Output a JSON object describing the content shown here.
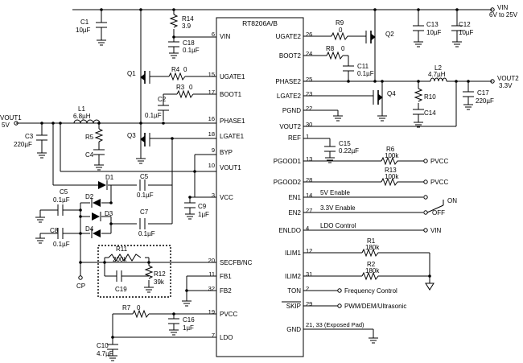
{
  "chip": {
    "name": "RT8206A/B"
  },
  "left_pins": [
    {
      "name": "VIN",
      "num": "6"
    },
    {
      "name": "UGATE1",
      "num": "15"
    },
    {
      "name": "BOOT1",
      "num": "17"
    },
    {
      "name": "PHASE1",
      "num": "16"
    },
    {
      "name": "LGATE1",
      "num": "18"
    },
    {
      "name": "BYP",
      "num": "9"
    },
    {
      "name": "VOUT1",
      "num": "10"
    },
    {
      "name": "VCC",
      "num": "3"
    },
    {
      "name": "SECFB/NC",
      "num": "20"
    },
    {
      "name": "FB1",
      "num": "11"
    },
    {
      "name": "FB2",
      "num": "32"
    },
    {
      "name": "PVCC",
      "num": "19"
    },
    {
      "name": "LDO",
      "num": "7"
    }
  ],
  "right_pins": [
    {
      "name": "UGATE2",
      "num": "26"
    },
    {
      "name": "BOOT2",
      "num": "24"
    },
    {
      "name": "PHASE2",
      "num": "25"
    },
    {
      "name": "LGATE2",
      "num": "23"
    },
    {
      "name": "PGND",
      "num": "22"
    },
    {
      "name": "VOUT2",
      "num": "30"
    },
    {
      "name": "REF",
      "num": "1"
    },
    {
      "name": "PGOOD1",
      "num": "13"
    },
    {
      "name": "PGOOD2",
      "num": "28"
    },
    {
      "name": "EN1",
      "num": "14"
    },
    {
      "name": "EN2",
      "num": "27"
    },
    {
      "name": "ENLDO",
      "num": "4"
    },
    {
      "name": "ILIM1",
      "num": "12"
    },
    {
      "name": "ILIM2",
      "num": "31"
    },
    {
      "name": "TON",
      "num": "2"
    },
    {
      "name": "SKIP",
      "num": "29"
    },
    {
      "name": "GND",
      "num": "21, 33 (Exposed Pad)"
    }
  ],
  "components": {
    "c1": {
      "ref": "C1",
      "val": "10µF"
    },
    "r14": {
      "ref": "R14",
      "val": "3.9"
    },
    "c18": {
      "ref": "C18",
      "val": "0.1µF"
    },
    "q1": {
      "ref": "Q1"
    },
    "r4": {
      "ref": "R4",
      "val": "0"
    },
    "r3": {
      "ref": "R3",
      "val": "0"
    },
    "c2": {
      "ref": "C2",
      "val": "0.1µF"
    },
    "l1": {
      "ref": "L1",
      "val": "6.8µH"
    },
    "c3": {
      "ref": "C3",
      "val": "220µF"
    },
    "r5": {
      "ref": "R5"
    },
    "c4": {
      "ref": "C4"
    },
    "q3": {
      "ref": "Q3"
    },
    "d1": {
      "ref": "D1"
    },
    "c5a": {
      "ref": "C5",
      "val": "0.1µF"
    },
    "c5b": {
      "ref": "C5",
      "val": "0.1µF"
    },
    "d2": {
      "ref": "D2"
    },
    "d3": {
      "ref": "D3"
    },
    "c7": {
      "ref": "C7",
      "val": "0.1µF"
    },
    "c9": {
      "ref": "C9",
      "val": "1µF"
    },
    "c8": {
      "ref": "C8",
      "val": "0.1µF"
    },
    "d4": {
      "ref": "D4"
    },
    "r11": {
      "ref": "R11",
      "val": "200k"
    },
    "r12": {
      "ref": "R12",
      "val": "39k"
    },
    "c19": {
      "ref": "C19"
    },
    "cp": {
      "ref": "CP"
    },
    "r7": {
      "ref": "R7",
      "val": "0"
    },
    "c16": {
      "ref": "C16",
      "val": "1µF"
    },
    "c10": {
      "ref": "C10",
      "val": "4.7µF"
    },
    "r9": {
      "ref": "R9",
      "val": "0"
    },
    "q2": {
      "ref": "Q2"
    },
    "c13": {
      "ref": "C13",
      "val": "10µF"
    },
    "c12": {
      "ref": "C12",
      "val": "10µF"
    },
    "r8": {
      "ref": "R8",
      "val": "0"
    },
    "c11": {
      "ref": "C11",
      "val": "0.1µF"
    },
    "l2": {
      "ref": "L2",
      "val": "4.7µH"
    },
    "q4": {
      "ref": "Q4"
    },
    "r10": {
      "ref": "R10"
    },
    "c14": {
      "ref": "C14"
    },
    "c17": {
      "ref": "C17",
      "val": "220µF"
    },
    "c15": {
      "ref": "C15",
      "val": "0.22µF"
    },
    "r6": {
      "ref": "R6",
      "val": "100k"
    },
    "r13": {
      "ref": "R13",
      "val": "100k"
    },
    "r1": {
      "ref": "R1",
      "val": "180k"
    },
    "r2": {
      "ref": "R2",
      "val": "180k"
    }
  },
  "nets": {
    "vin_label": "VIN",
    "vin_range": "6V to 25V",
    "vout1_name": "VOUT1",
    "vout1_val": "5V",
    "vout2_name": "VOUT2",
    "vout2_val": "3.3V",
    "pvcc": "PVCC",
    "vin_sub": "VIN"
  },
  "controls": {
    "en1_text": "5V Enable",
    "en2_text": "3.3V Enable",
    "on": "ON",
    "off": "OFF",
    "ldo_text": "LDO Control",
    "ton_text": "Frequency Control",
    "skip_text": "PWM/DEM/Ultrasonic"
  }
}
